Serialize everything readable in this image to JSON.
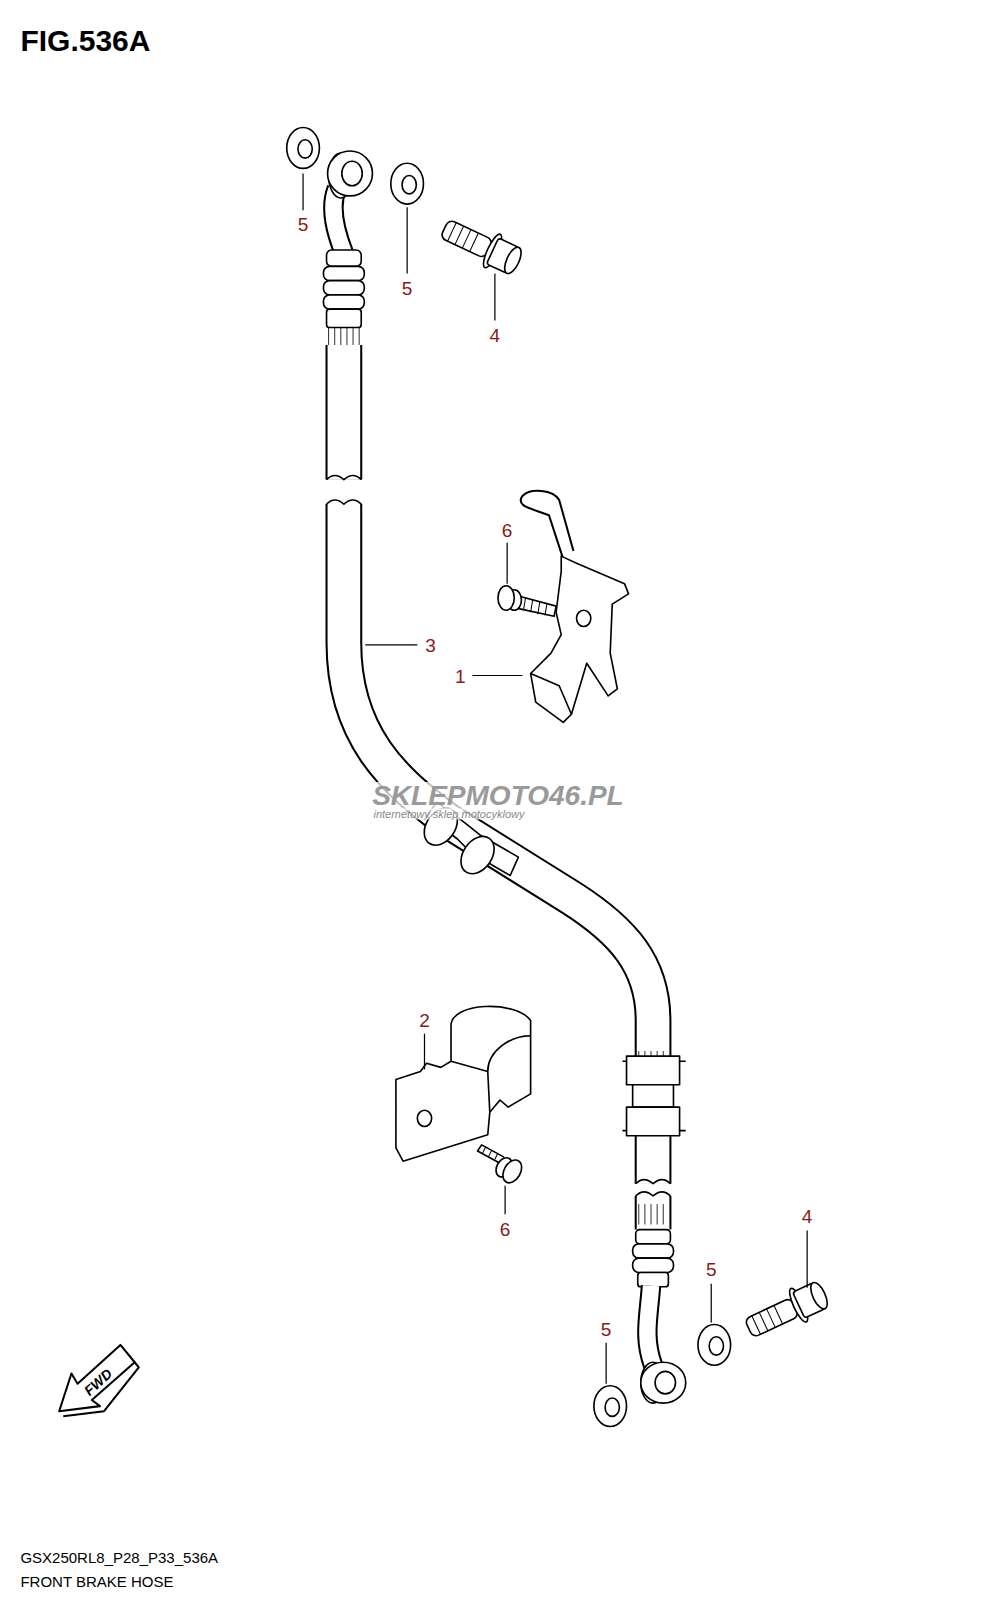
{
  "diagram": {
    "title": "FIG.536A",
    "caption": "FRONT BRAKE HOSE",
    "labels": [
      "5",
      "5",
      "4",
      "6",
      "3",
      "1",
      "SKLEPMOTO46.PL",
      "internetowy sklep motocyklowy",
      "2",
      "6",
      "4",
      "5",
      "5",
      "FWD",
      "GSX250RL8_P28_P33_536A"
    ]
  }
}
